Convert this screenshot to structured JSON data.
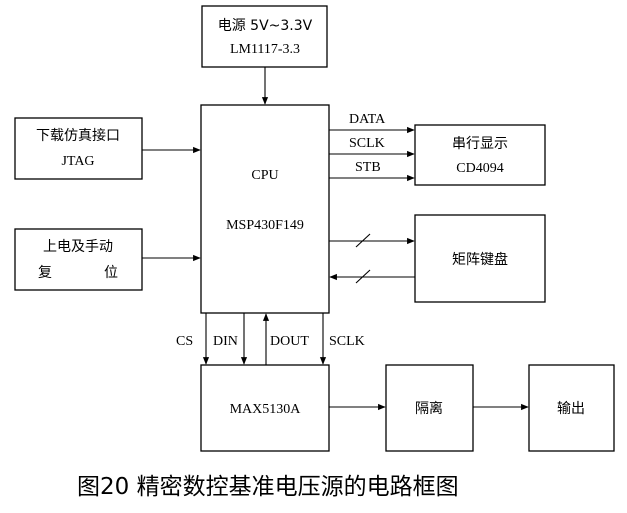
{
  "caption": "图20  精密数控基准电压源的电路框图",
  "blocks": {
    "power": {
      "line1": "电源 5V~3.3V",
      "line2": "LM1117-3.3"
    },
    "jtag": {
      "line1": "下载仿真接口",
      "line2": "JTAG"
    },
    "reset": {
      "line1": "上电及手动",
      "line2_a": "复",
      "line2_b": "位"
    },
    "cpu": {
      "line1": "CPU",
      "line2": "MSP430F149"
    },
    "display": {
      "line1": "串行显示",
      "line2": "CD4094"
    },
    "keyboard": {
      "line1": "矩阵键盘"
    },
    "dac": {
      "line1": "MAX5130A"
    },
    "isolation": {
      "line1": "隔离"
    },
    "output": {
      "line1": "输出"
    }
  },
  "signals": {
    "data": "DATA",
    "sclk_top": "SCLK",
    "stb": "STB",
    "cs": "CS",
    "din": "DIN",
    "dout": "DOUT",
    "sclk_bottom": "SCLK"
  }
}
